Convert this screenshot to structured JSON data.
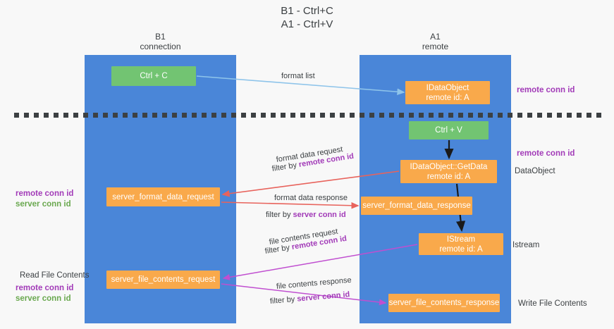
{
  "title": "B1 - Ctrl+C\nA1 - Ctrl+V",
  "columns": {
    "left": {
      "heading": "B1\nconnection"
    },
    "right": {
      "heading": "A1\nremote"
    }
  },
  "boxes": {
    "ctrl_c": {
      "line1": "Ctrl + C",
      "line2": "",
      "color": "#72c472"
    },
    "idataobject": {
      "line1": "IDataObject",
      "line2": "remote id: A",
      "color": "#f9a94b"
    },
    "ctrl_v": {
      "line1": "Ctrl + V",
      "line2": "",
      "color": "#72c472"
    },
    "getdata": {
      "line1": "IDataObject::GetData",
      "line2": "remote id: A",
      "color": "#f9a94b"
    },
    "sfd_request": {
      "line1": "server_format_data_request",
      "line2": "",
      "color": "#f9a94b"
    },
    "sfd_response": {
      "line1": "server_format_data_response",
      "line2": "",
      "color": "#f9a94b"
    },
    "istream": {
      "line1": "IStream",
      "line2": "remote id: A",
      "color": "#f9a94b"
    },
    "sfc_request": {
      "line1": "server_file_contents_request",
      "line2": "",
      "color": "#f9a94b"
    },
    "sfc_response": {
      "line1": "server_file_contents_response",
      "line2": "",
      "color": "#f9a94b"
    }
  },
  "annotations": {
    "right_remote_conn_id_1": "remote conn id",
    "right_remote_conn_id_2": "remote conn id",
    "right_dataobject": "DataObject",
    "right_istream": "Istream",
    "right_write_file_contents": "Write File Contents",
    "left_remote_conn_id": "remote conn id",
    "left_server_conn_id": "server conn id",
    "left_read_file_contents": "Read File Contents",
    "left_bottom_remote_conn_id": "remote conn id",
    "left_bottom_server_conn_id": "server conn id"
  },
  "edges": {
    "format_list": "format list",
    "format_data_request": "format data request",
    "format_data_request_filter_prefix": "filter by ",
    "format_data_request_filter_key": "remote conn id",
    "format_data_response": "format data response",
    "format_data_response_filter_prefix": "filter by ",
    "format_data_response_filter_key": "server conn id",
    "file_contents_request": "file contents request",
    "file_contents_request_filter_prefix": "filter by ",
    "file_contents_request_filter_key": "remote conn id",
    "file_contents_response": "file contents response",
    "file_contents_response_filter_prefix": "filter by ",
    "file_contents_response_filter_key": "server conn id"
  },
  "colors": {
    "lane": "#4a86d8",
    "green_box": "#72c472",
    "orange_box": "#f9a94b",
    "purple_text": "#a23bb8",
    "green_text": "#6aa84f",
    "arrow_light_blue": "#8ec4ea",
    "arrow_red": "#e8635c",
    "arrow_magenta": "#c04fd0",
    "arrow_black": "#1a1a1a",
    "divider": "#3c4043",
    "background": "#f8f8f8"
  }
}
